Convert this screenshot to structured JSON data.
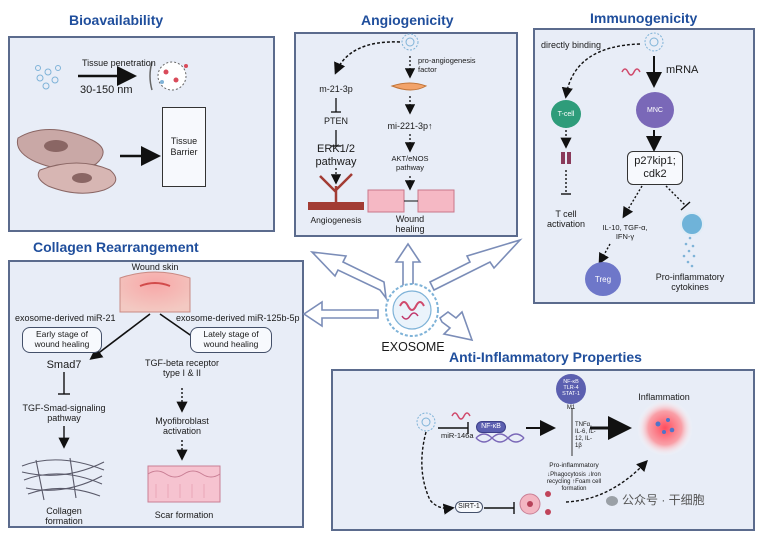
{
  "colors": {
    "panel_bg": "#e8edf7",
    "panel_border": "#5b6b8d",
    "title": "#1f4e9c",
    "tcell": "#2e9c7a",
    "mnc": "#7a68b8",
    "treg": "#6e77c9",
    "macrophage": "#6fb3d9",
    "inflammation": "#f05a6a"
  },
  "center": {
    "label": "EXOSOME"
  },
  "bioavailability": {
    "title": "Bioavailability",
    "tissue_penetration": "Tissue penetration",
    "size": "30-150 nm",
    "tissue_barrier": "Tissue Barrier"
  },
  "angiogenicity": {
    "title": "Angiogenicity",
    "mir21": "m-21-3p",
    "pten": "PTEN",
    "erk": "ERK1/2 pathway",
    "angiogenesis": "Angiogenesis",
    "pro_factor": "pro-angiogenesis factor",
    "mir221": "mi-221-3p↑",
    "akt": "AKT/eNOS pathway",
    "wound_healing": "Wound healing"
  },
  "immunogenicity": {
    "title": "Immunogenicity",
    "directly_binding": "directly binding",
    "mrna": "mRNA",
    "tcell": "T-cell",
    "mnc": "MNC",
    "p27": "p27kip1; cdk2",
    "tcell_activation": "T cell activation",
    "cytokines": "IL-10, TGF-α, IFN-γ",
    "treg": "Treg",
    "pro_inflammatory": "Pro-inflammatory cytokines"
  },
  "collagen": {
    "title": "Collagen Rearrangement",
    "wound_skin": "Wound skin",
    "mir21": "exosome-derived miR-21",
    "mir125": "exosome-derived miR-125b-5p",
    "early": "Early stage of wound healing",
    "lately": "Lately stage of wound healing",
    "smad7": "Smad7",
    "tgf_receptor": "TGF-beta receptor type I & II",
    "tgf_smad": "TGF-Smad-signaling pathway",
    "myofibroblast": "Myofibroblast activation",
    "collagen_formation": "Collagen formation",
    "scar_formation": "Scar formation"
  },
  "anti_inflammatory": {
    "title": "Anti-Inflammatory Properties",
    "mir146a": "miR-146a",
    "nfkb": "NF-κB",
    "m1_markers": "NF-κB TLR-4 STAT-1",
    "m1": "M1",
    "tnf_list": "TNFα, IL-6, IL-12, IL-1β",
    "pro_inflammatory": "Pro-inflammatory",
    "effects": "↓Phagocytosis ↓Iron recycling ↑Foam cell formation",
    "inflammation": "Inflammation",
    "sirt1": "SIRT-1"
  },
  "watermark": {
    "text": "公众号 · 干细胞"
  }
}
